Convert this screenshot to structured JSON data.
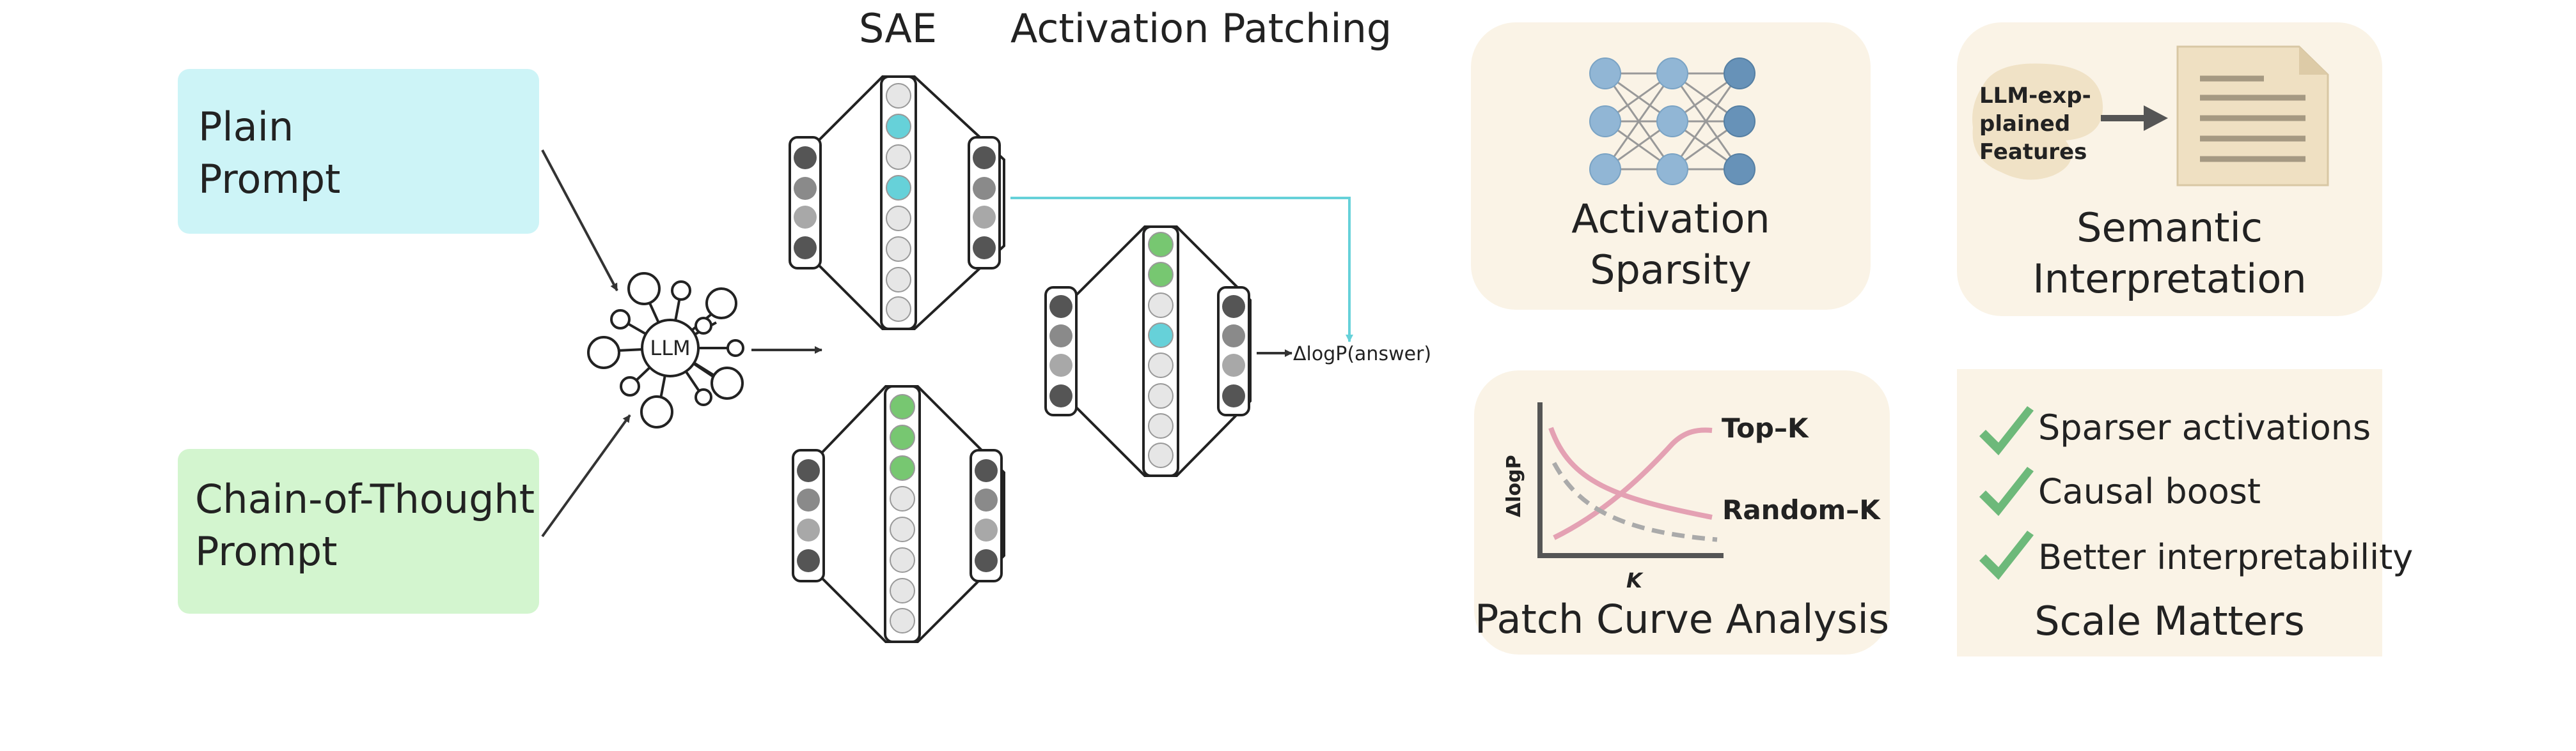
{
  "prompts": {
    "plain": [
      "Plain",
      "Prompt"
    ],
    "cot": [
      "Chain-of-Thought",
      "Prompt"
    ]
  },
  "llm_label": "LLM",
  "headers": {
    "sae": "SAE",
    "patching": "Activation Patching"
  },
  "delta_label": "ΔlogP(answer)",
  "cards": {
    "sparsity": [
      "Activation",
      "Sparsity"
    ],
    "semantic": [
      "Semantic",
      "Interpretation"
    ],
    "semantic_bubble": [
      "LLM-exp-",
      "plained",
      "Features"
    ],
    "patch": "Patch Curve Analysis",
    "scale": "Scale Matters"
  },
  "patch_plot": {
    "ylabel": "ΔlogP",
    "xlabel": "K",
    "series": [
      {
        "name": "Top–K"
      },
      {
        "name": "Random–K"
      }
    ]
  },
  "checklist": [
    "Sparser activations",
    "Causal boost",
    "Better interpretability"
  ],
  "colors": {
    "plain_box": "#cdf4f7",
    "cot_box": "#d3f5cf",
    "cyan": "#66d1d9",
    "green": "#77c771",
    "card_bg": "#faf3e6",
    "check": "#6db97a",
    "topk": "#e4a1b3",
    "network_node": "#91b6d5"
  }
}
